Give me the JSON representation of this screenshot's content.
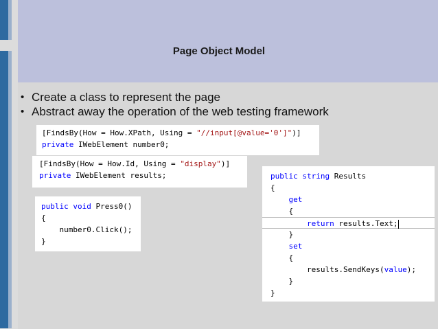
{
  "slide": {
    "title": "Page Object Model",
    "bullets": [
      "Create a class to represent the page",
      "Abstract away the operation of the web testing framework"
    ]
  },
  "code_blocks": {
    "finds_by_xpath": {
      "line1": {
        "a": "[FindsBy(How = How.XPath, Using = ",
        "b": "\"//input[@value='0']\"",
        "c": ")]"
      },
      "line2": {
        "kw": "private",
        "rest": " IWebElement number0;"
      }
    },
    "finds_by_id": {
      "line1": {
        "a": "[FindsBy(How = How.Id, Using = ",
        "b": "\"display\"",
        "c": ")]"
      },
      "line2": {
        "kw": "private",
        "rest": " IWebElement results;"
      }
    },
    "press0": {
      "kw1": "public",
      "kw2": "void",
      "sig": " Press0()",
      "open": "{",
      "body": "    number0.Click();",
      "close": "}"
    },
    "results_property": {
      "kw1": "public",
      "kw2": "string",
      "name": " Results",
      "open": "{",
      "get_kw": "get",
      "get_open": "{",
      "return_kw": "return",
      "return_rest": " results.Text;",
      "get_close": "}",
      "set_kw": "set",
      "set_open": "{",
      "send_pre": "results.SendKeys(",
      "value_kw": "value",
      "send_post": ");",
      "set_close": "}",
      "close": "}"
    }
  },
  "colors": {
    "keyword": "#0000ff",
    "type": "#2b91af",
    "string": "#a31515",
    "title_band": "#bcc0dc",
    "accent": "#2e6aa0"
  }
}
